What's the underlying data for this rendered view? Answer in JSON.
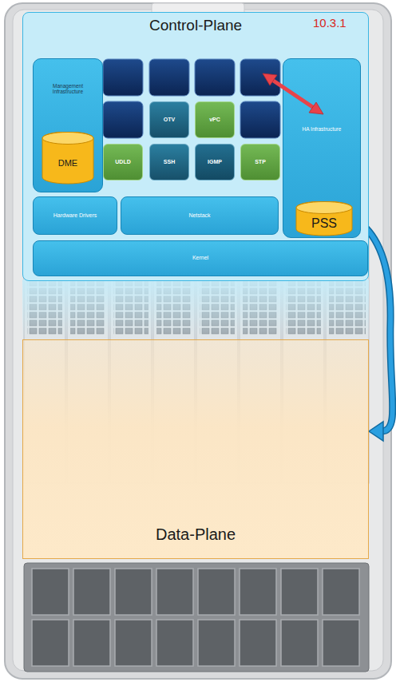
{
  "diagram": {
    "nodes": [
      {
        "text": [
          "Control-Plane"
        ]
      },
      {
        "text": [
          "Management Infrastructure"
        ],
        "in": 0
      },
      {
        "text": [
          "DME"
        ],
        "in": 1
      },
      {
        "text": [
          "OTV"
        ],
        "in": 0
      },
      {
        "text": [
          "vPC"
        ],
        "in": 0
      },
      {
        "text": [
          "UDLD"
        ],
        "in": 0
      },
      {
        "text": [
          "SSH"
        ],
        "in": 0
      },
      {
        "text": [
          "IGMP"
        ],
        "in": 0
      },
      {
        "text": [
          "STP"
        ],
        "in": 0
      },
      {
        "text": [
          "HA Infrastructure"
        ],
        "in": 0
      },
      {
        "text": [
          "PSS"
        ],
        "in": 9
      },
      {
        "text": [
          "Hardware Drivers"
        ],
        "in": 0
      },
      {
        "text": [
          "Netstack"
        ],
        "in": 0
      },
      {
        "text": [
          "Kernel"
        ],
        "in": 0
      },
      {
        "text": [
          "Data-Plane"
        ]
      }
    ],
    "edges": [
      {
        "from": 12,
        "to": 14,
        "arrow": "to"
      }
    ],
    "labels": [
      "10.3.1"
    ]
  }
}
